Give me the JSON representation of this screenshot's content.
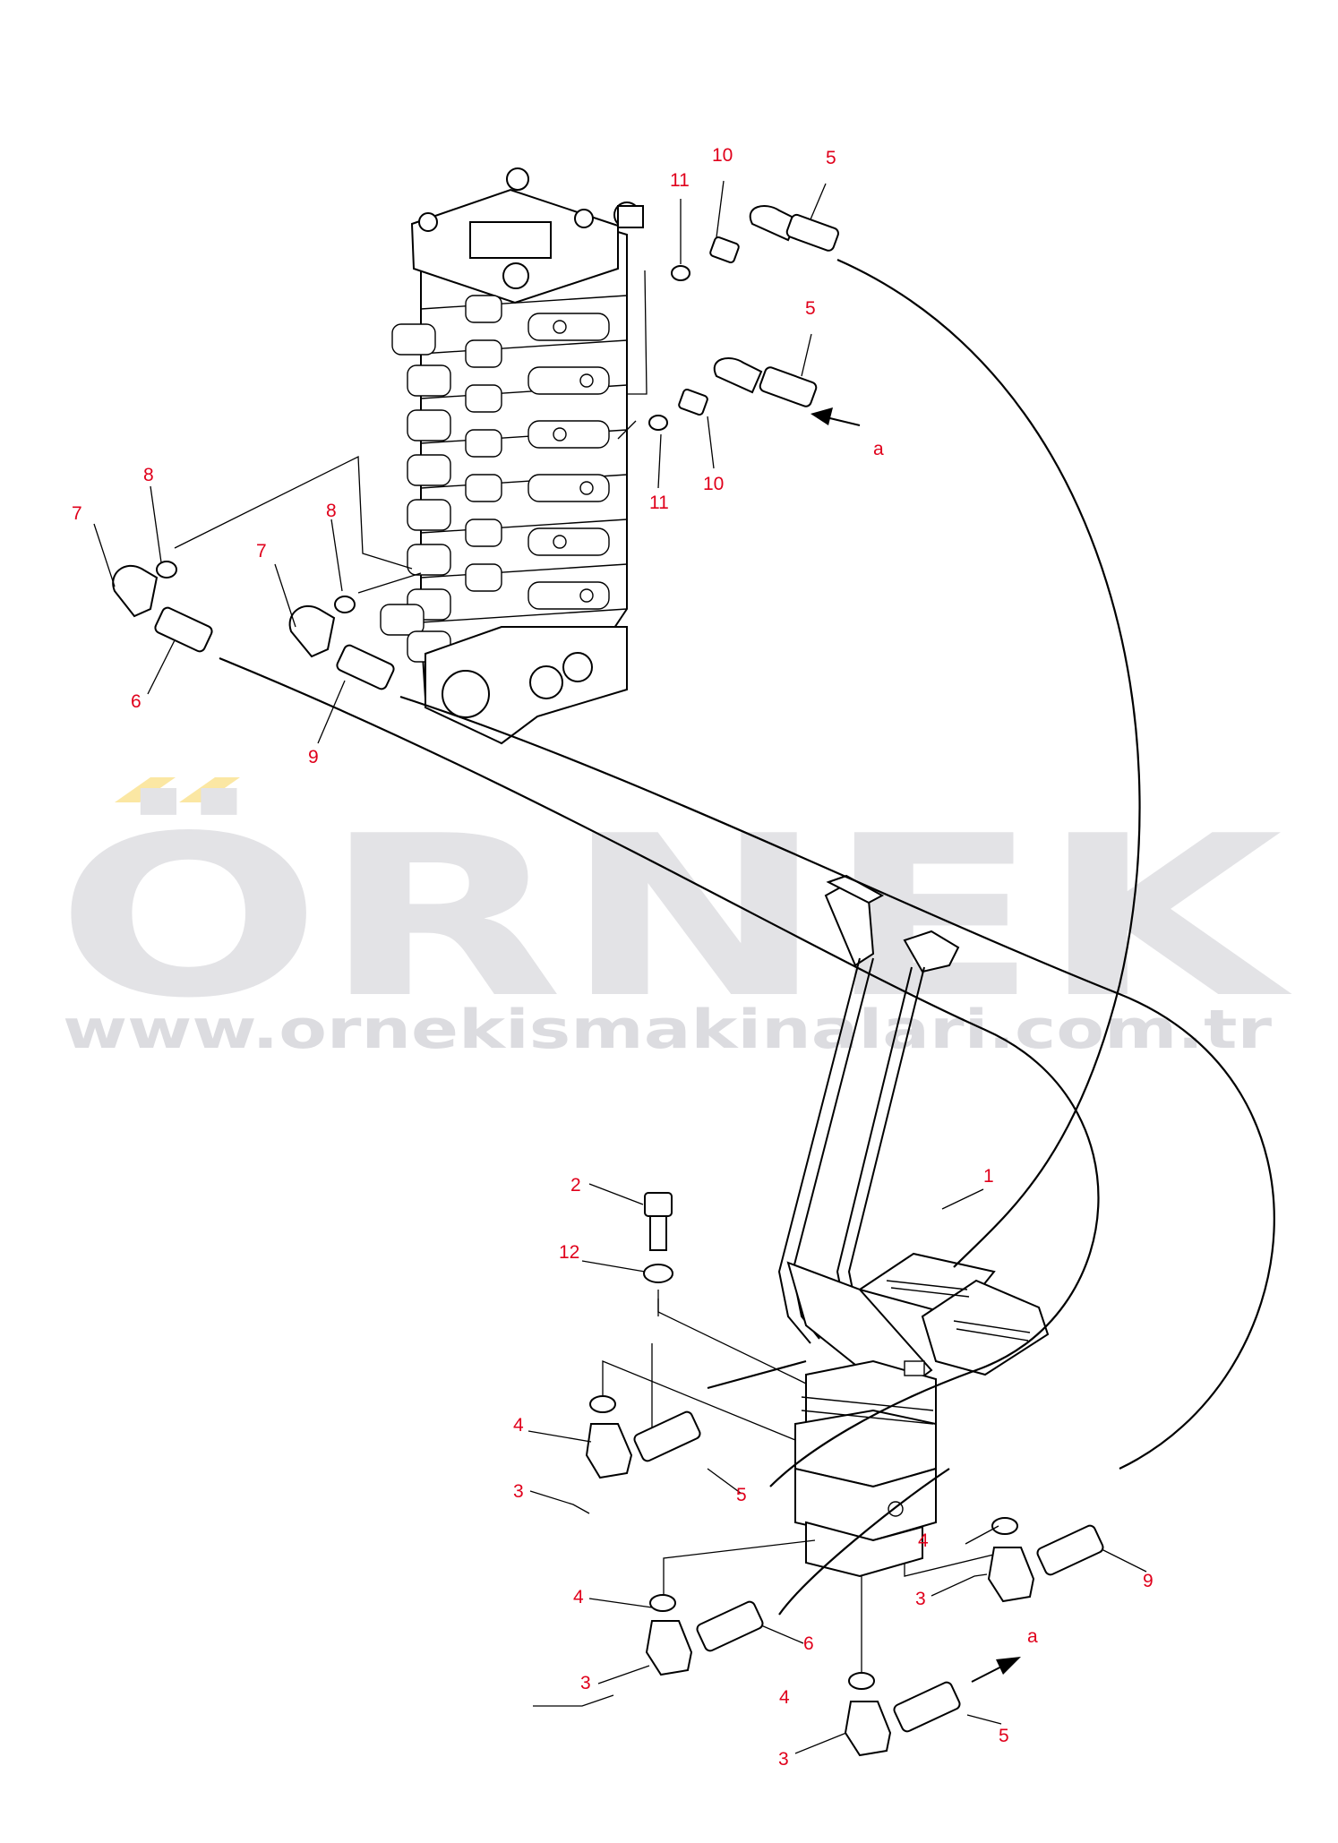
{
  "watermark": {
    "brand": "ÖRNEK",
    "url": "www.ornekismakinalari.com.tr",
    "brand_color": "#e3e3e6",
    "url_color": "#dcdce0",
    "accent_color": "#fbe7a3"
  },
  "callouts": {
    "color": "#e0001b",
    "items": [
      {
        "label": "1"
      },
      {
        "label": "2"
      },
      {
        "label": "3"
      },
      {
        "label": "3"
      },
      {
        "label": "3"
      },
      {
        "label": "3"
      },
      {
        "label": "4"
      },
      {
        "label": "4"
      },
      {
        "label": "4"
      },
      {
        "label": "4"
      },
      {
        "label": "5"
      },
      {
        "label": "5"
      },
      {
        "label": "5"
      },
      {
        "label": "5"
      },
      {
        "label": "6"
      },
      {
        "label": "6"
      },
      {
        "label": "7"
      },
      {
        "label": "7"
      },
      {
        "label": "8"
      },
      {
        "label": "8"
      },
      {
        "label": "9"
      },
      {
        "label": "9"
      },
      {
        "label": "10"
      },
      {
        "label": "10"
      },
      {
        "label": "11"
      },
      {
        "label": "11"
      },
      {
        "label": "12"
      },
      {
        "label": "a"
      },
      {
        "label": "a"
      }
    ]
  }
}
